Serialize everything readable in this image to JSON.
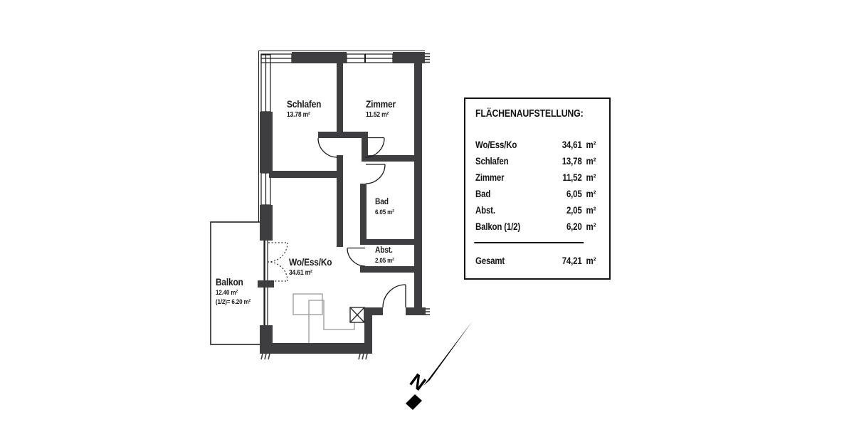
{
  "legend": {
    "title": "FLÄCHENAUFSTELLUNG:",
    "rows": [
      {
        "label": "Wo/Ess/Ko",
        "value": "34,61",
        "unit": "m²"
      },
      {
        "label": "Schlafen",
        "value": "13,78",
        "unit": "m²"
      },
      {
        "label": "Zimmer",
        "value": "11,52",
        "unit": "m²"
      },
      {
        "label": "Bad",
        "value": "6,05",
        "unit": "m²"
      },
      {
        "label": "Abst.",
        "value": "2,05",
        "unit": "m²"
      },
      {
        "label": "Balkon (1/2)",
        "value": "6,20",
        "unit": "m²"
      }
    ],
    "total": {
      "label": "Gesamt",
      "value": "74,21",
      "unit": "m²"
    }
  },
  "rooms": {
    "schlafen": {
      "name": "Schlafen",
      "area": "13.78 m²"
    },
    "zimmer": {
      "name": "Zimmer",
      "area": "11.52 m²"
    },
    "bad": {
      "name": "Bad",
      "area": "6.05 m²"
    },
    "abst": {
      "name": "Abst.",
      "area": "2.05 m²"
    },
    "wohnen": {
      "name": "Wo/Ess/Ko",
      "area": "34.61 m²"
    },
    "balkon": {
      "name": "Balkon",
      "area": "12.40 m²",
      "area_half": "(1/2)= 6.20 m²"
    }
  },
  "compass": {
    "label": "N"
  },
  "colors": {
    "wall": "#3e3e40",
    "thin_line": "#1a1a1a",
    "kitchen_line": "#999999"
  }
}
